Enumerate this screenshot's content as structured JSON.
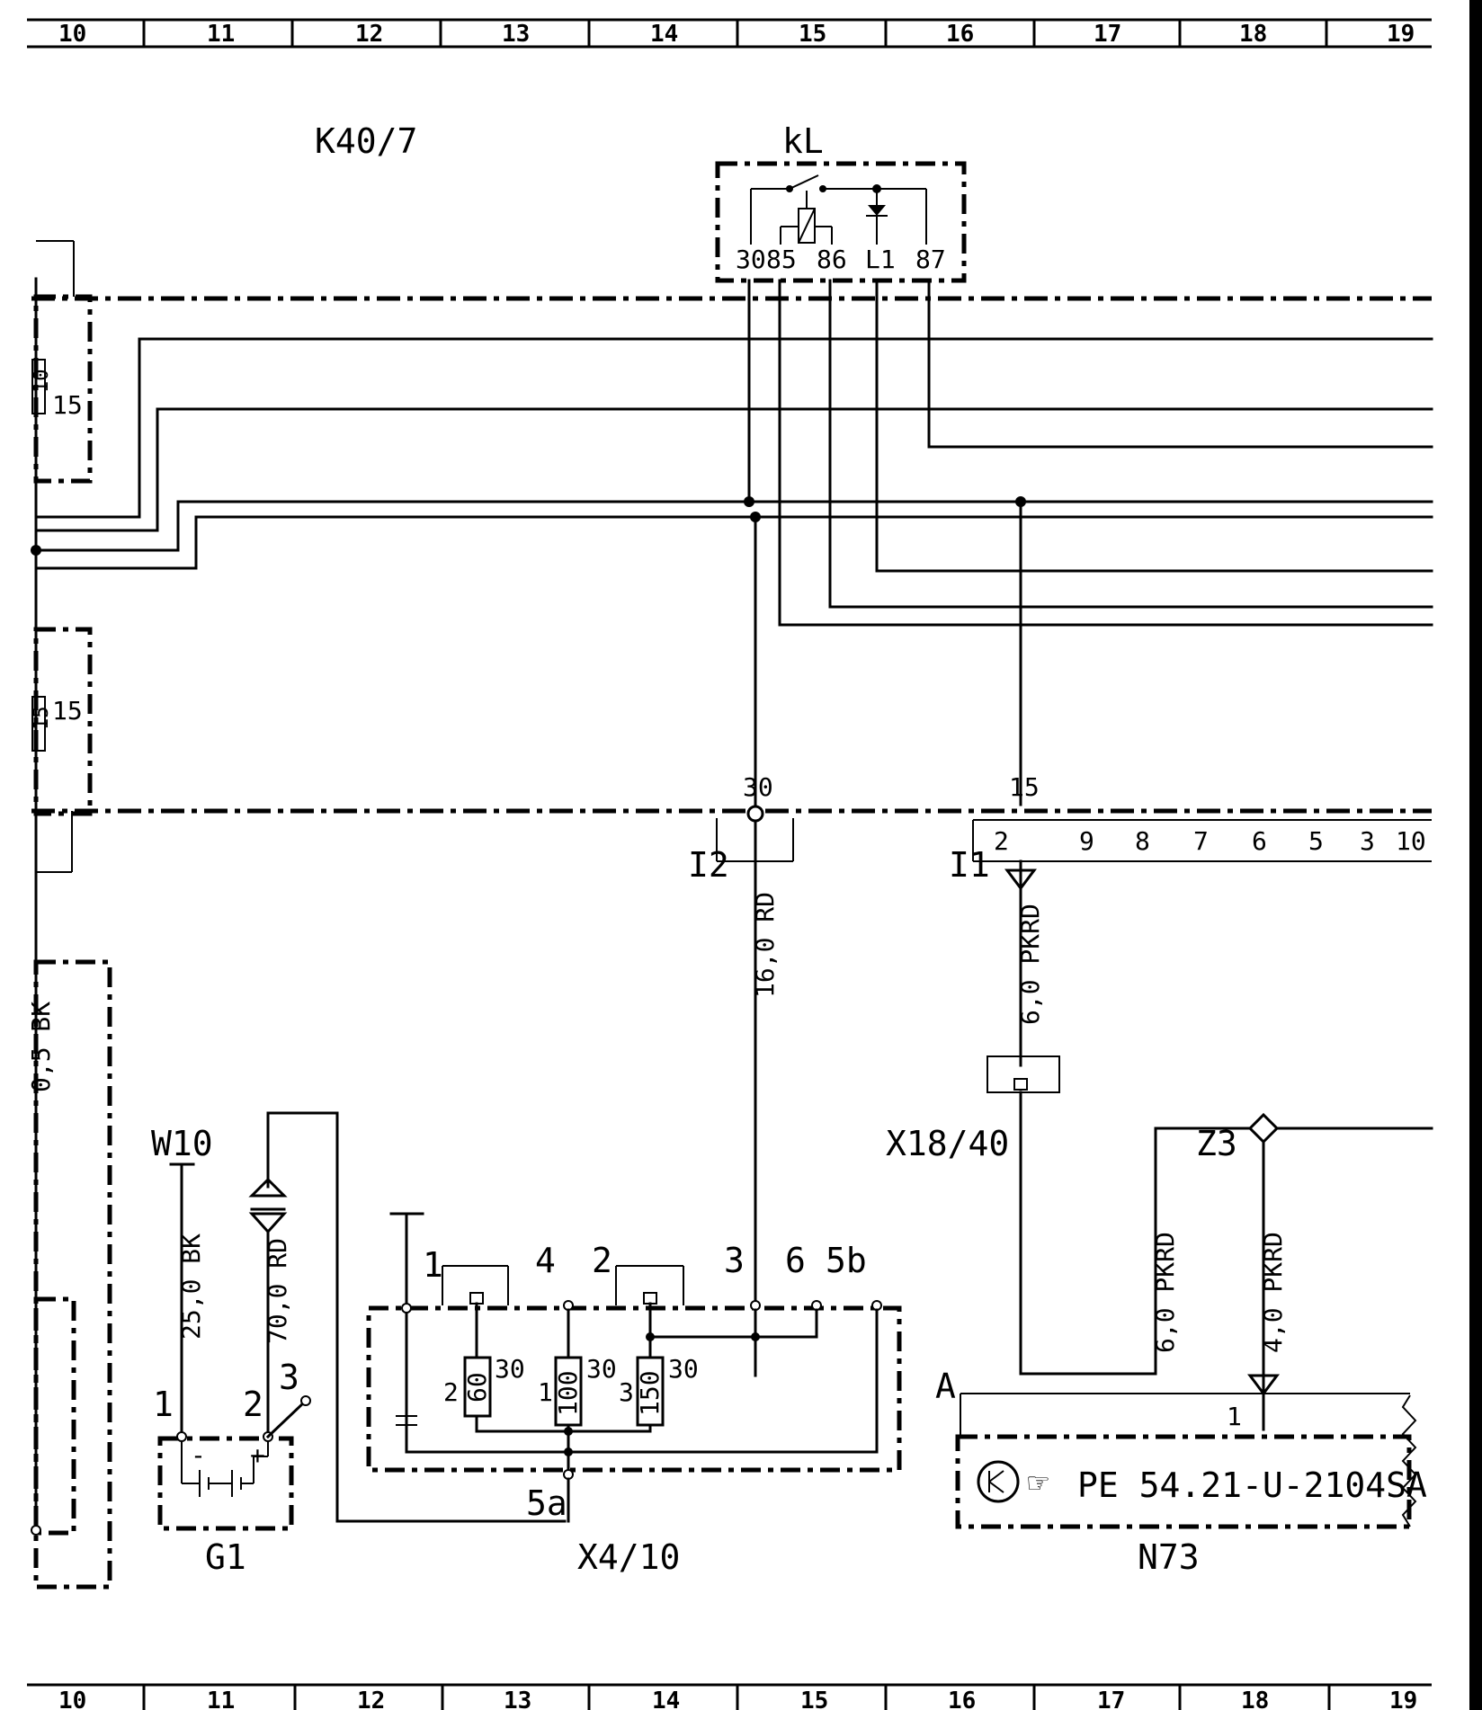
{
  "columns": [
    "10",
    "11",
    "12",
    "13",
    "14",
    "15",
    "16",
    "17",
    "18",
    "19"
  ],
  "components": {
    "k40_7": "K40/7",
    "relay": "kL",
    "relay_pins": [
      "30",
      "85",
      "86",
      "L1",
      "87"
    ],
    "fuse_a_number": "10",
    "fuse_a_rating": "15",
    "fuse_b_number": "15",
    "fuse_b_rating": "15",
    "w10": "W10",
    "g1": "G1",
    "x4_10": "X4/10",
    "x18_40": "X18/40",
    "z3": "Z3",
    "n73": "N73",
    "i1": "I1",
    "i2": "I2",
    "n73_pin_a": "A",
    "n73_pin_1": "1"
  },
  "terminals": {
    "bus_30": "30",
    "bus_15": "15",
    "i1_pins": [
      "2",
      "9",
      "8",
      "7",
      "6",
      "5",
      "3",
      "10"
    ],
    "battery_pins": [
      "1",
      "2",
      "3"
    ],
    "battery_minus": "-",
    "battery_plus": "+",
    "x4_pins": [
      "1",
      "4",
      "2",
      "3",
      "6",
      "5b",
      "5a"
    ],
    "fuse_values": [
      "60",
      "100",
      "150"
    ],
    "fuse_ratings": [
      "30",
      "30",
      "30"
    ],
    "fuse_side_pins": [
      "2",
      "1",
      "3"
    ]
  },
  "wires": {
    "w_16_rd": "16,0 RD",
    "w_6_pkrd_top": "6,0 PKRD",
    "w_25_bk": "25,0 BK",
    "w_70_rd": "70,0 RD",
    "w_6_pkrd_low": "6,0 PKRD",
    "w_4_pkrd": "4,0 PKRD",
    "w_left_bk": "0,5 BK"
  },
  "reference": {
    "text": "PE 54.21-U-2104SA"
  }
}
